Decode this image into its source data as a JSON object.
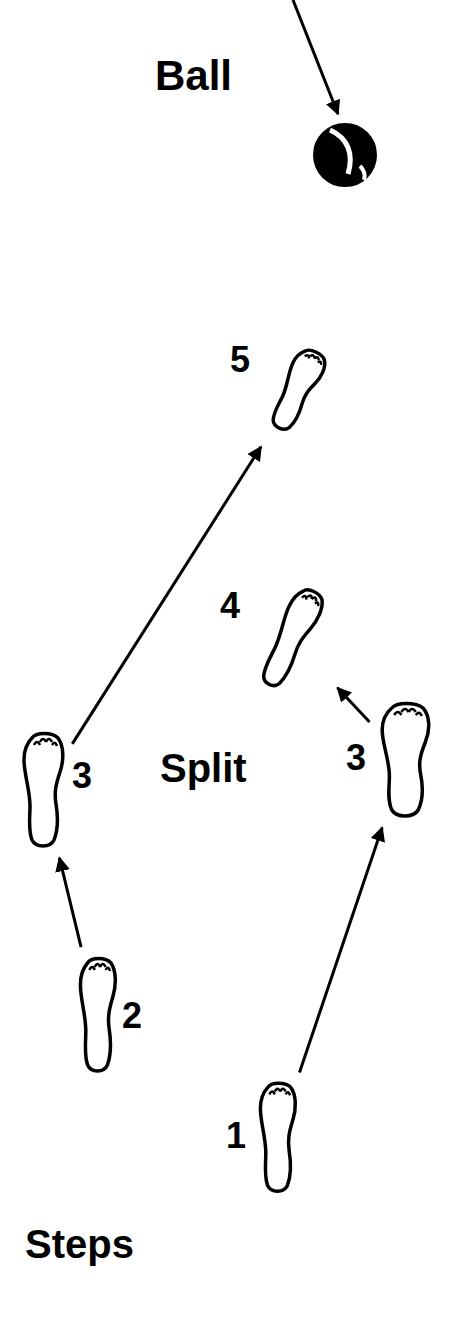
{
  "diagram": {
    "nodes": [
      {
        "text": [
          "Ball"
        ]
      },
      {
        "text": [
          "5"
        ]
      },
      {
        "text": [
          "4"
        ]
      },
      {
        "text": [
          "3"
        ]
      },
      {
        "text": [
          "3"
        ]
      },
      {
        "text": [
          "2"
        ]
      },
      {
        "text": [
          "1"
        ]
      }
    ],
    "edges": [
      {
        "from": 3,
        "to": 1,
        "arrow": "to"
      },
      {
        "from": 4,
        "to": 2,
        "arrow": "to"
      },
      {
        "from": 5,
        "to": 3,
        "arrow": "to"
      },
      {
        "from": 6,
        "to": 4,
        "arrow": "to"
      }
    ],
    "labels": [
      "Split",
      "Steps"
    ]
  }
}
